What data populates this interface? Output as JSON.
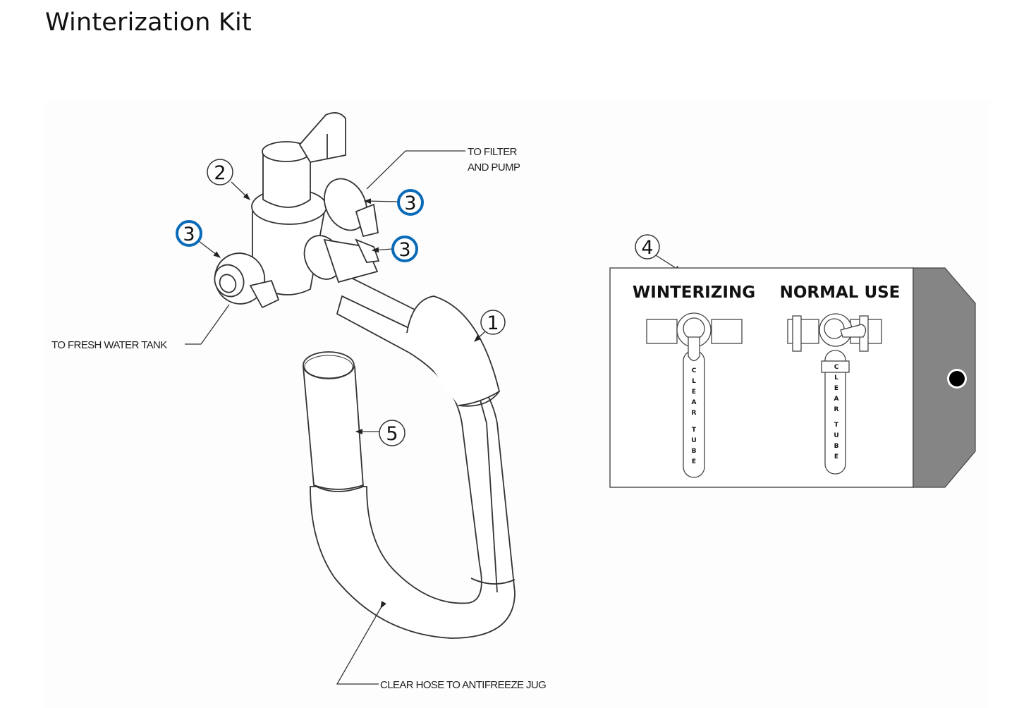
{
  "title": "Winterization Kit",
  "callouts": [
    {
      "number": "1",
      "style": "plain",
      "part": "hose"
    },
    {
      "number": "2",
      "style": "plain",
      "part": "bypass-valve"
    },
    {
      "number": "3",
      "style": "highlighted",
      "part": "hose-clamp-tank-side"
    },
    {
      "number": "3",
      "style": "highlighted",
      "part": "hose-clamp-filter-side"
    },
    {
      "number": "3",
      "style": "highlighted",
      "part": "hose-clamp-hose-side"
    },
    {
      "number": "4",
      "style": "plain",
      "part": "instruction-tag"
    },
    {
      "number": "5",
      "style": "plain",
      "part": "hose-end-fitting"
    }
  ],
  "annotations": {
    "to_filter_line1": "TO FILTER",
    "to_filter_line2": "AND PUMP",
    "to_fresh_water": "TO FRESH WATER TANK",
    "clear_hose": "CLEAR HOSE TO ANTIFREEZE JUG"
  },
  "tag": {
    "winterizing_label": "WINTERIZING",
    "normal_use_label": "NORMAL USE",
    "tube_letters": [
      "C",
      "L",
      "E",
      "A",
      "R",
      " ",
      "T",
      "U",
      "B",
      "E"
    ]
  },
  "colors": {
    "highlight_ring": "#0a6bb8",
    "tag_end": "#858585",
    "line": "#333333"
  }
}
